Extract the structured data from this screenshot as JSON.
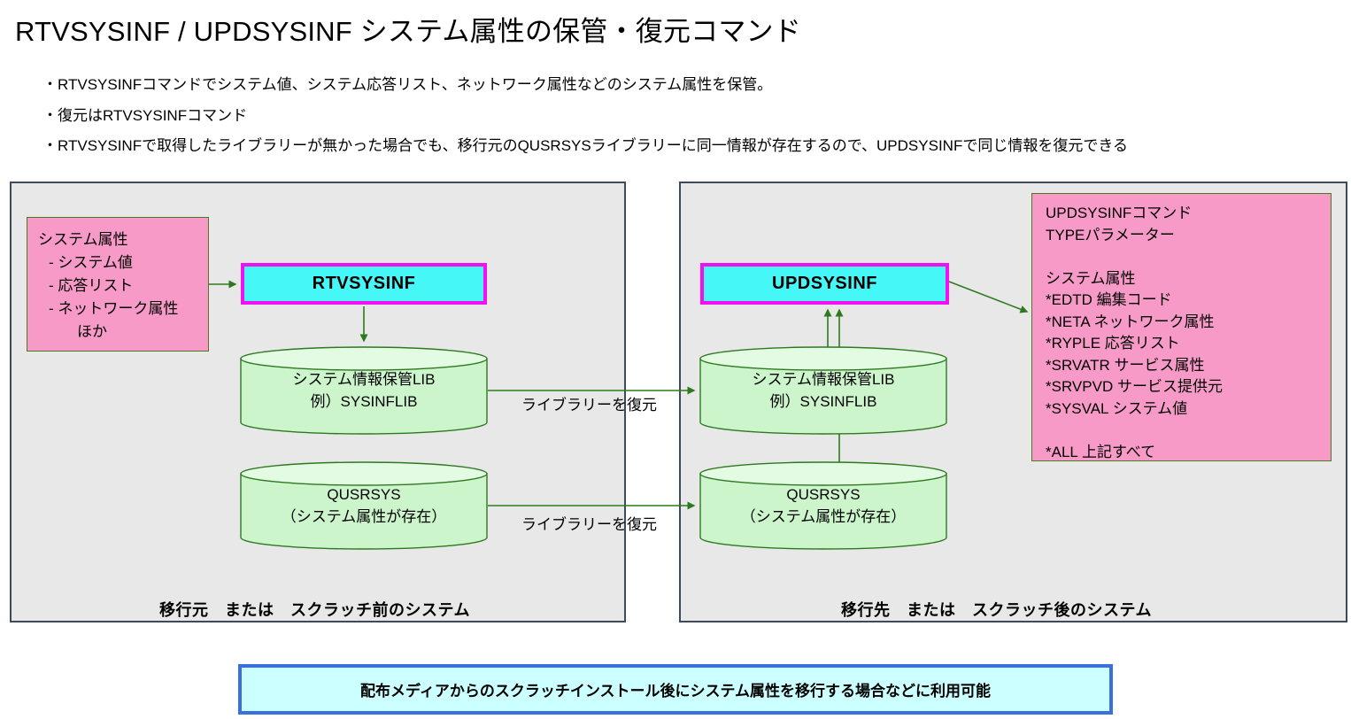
{
  "page": {
    "title": "RTVSYSINF / UPDSYSINF システム属性の保管・復元コマンド",
    "bullets": [
      "・RTVSYSINFコマンドでシステム値、システム応答リスト、ネットワーク属性などのシステム属性を保管。",
      "・復元はRTVSYSINFコマンド",
      "・RTVSYSINFで取得したライブラリーが無かった場合でも、移行元のQUSRSYSライブラリーに同一情報が存在するので、UPDSYSINFで同じ情報を復元できる"
    ]
  },
  "panels": {
    "source": {
      "caption": "移行元　または　スクラッチ前のシステム"
    },
    "target": {
      "caption": "移行先　または　スクラッチ後のシステム"
    }
  },
  "system_attributes_box": {
    "heading": "システム属性",
    "items": [
      "- システム値",
      "- 応答リスト",
      "- ネットワーク属性"
    ],
    "footer": "ほか"
  },
  "commands": {
    "rtvsysinf": "RTVSYSINF",
    "updsysinf": "UPDSYSINF"
  },
  "cylinders": {
    "source_sysinf": {
      "line1": "システム情報保管LIB",
      "line2": "例）SYSINFLIB"
    },
    "source_qusrsys": {
      "line1": "QUSRSYS",
      "line2": "（システム属性が存在）"
    },
    "target_sysinf": {
      "line1": "システム情報保管LIB",
      "line2": "例）SYSINFLIB"
    },
    "target_qusrsys": {
      "line1": "QUSRSYS",
      "line2": "（システム属性が存在）"
    }
  },
  "connector_labels": [
    "ライブラリーを復元",
    "ライブラリーを復元"
  ],
  "type_parameter_box": {
    "text": "UPDSYSINFコマンド\nTYPEパラメーター\n\nシステム属性\n*EDTD 編集コード\n*NETA ネットワーク属性\n*RYPLE 応答リスト\n*SRVATR サービス属性\n*SRVPVD サービス提供元\n*SYSVAL システム値\n\n*ALL 上記すべて"
  },
  "footer_callout": {
    "text": "配布メディアからのスクラッチインストール後にシステム属性を移行する場合などに利用可能"
  },
  "colors": {
    "panel_bg": "#e8e8e8",
    "panel_border": "#3d4a5c",
    "pink_fill": "#f79ac8",
    "pink_border": "#4e7a1e",
    "cyan_fill": "#45f7f7",
    "magenta_border": "#f010f0",
    "cylinder_fill": "#ccf5cc",
    "cylinder_border": "#2d7a1e",
    "arrow_green": "#2d7a1e",
    "callout_fill": "#ccffff",
    "callout_border": "#3a6fe0"
  }
}
